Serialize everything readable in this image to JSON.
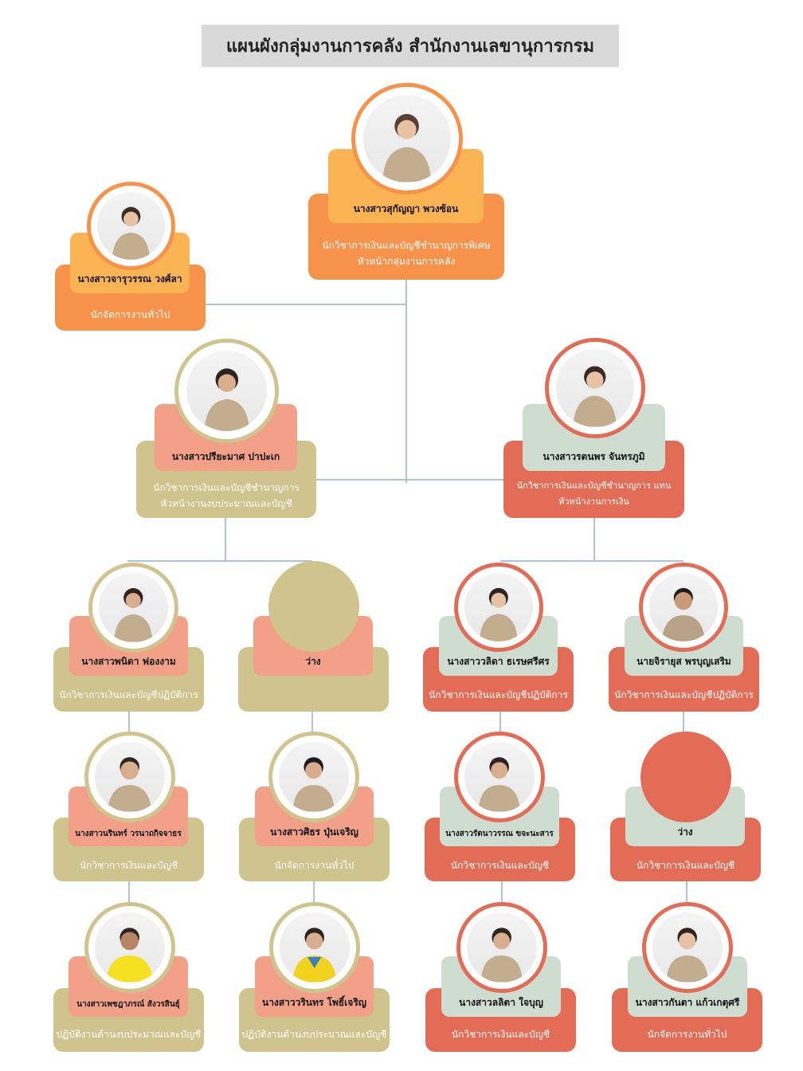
{
  "title": "แผนผังกลุ่มงานการคลัง สำนักงานเลขานุการกรม",
  "colors": {
    "orange": "#f6924a",
    "light_orange": "#fbb453",
    "salmon": "#f2a088",
    "olive": "#cfc48d",
    "red": "#e36c57",
    "sage": "#cfdcd0",
    "line": "#a9c4de"
  },
  "people": {
    "head": {
      "name": "นางสาวสุกัญญา พวงซ้อน",
      "desc": "นักวิชาการเงินและบัญชีชำนาญการพิเศษ\nหัวหน้ากลุ่มงานการคลัง"
    },
    "admin": {
      "name": "นางสาวจารุวรรณ วงศ์ลา",
      "desc": "นักจัดการงานทั่วไป"
    },
    "budget_head": {
      "name": "นางสาวปรียะมาศ ปาปะเก",
      "desc": "นักวิชาการเงินและบัญชีชำนาญการ\nหัวหน้างานงบประมาณและบัญชี"
    },
    "finance_head": {
      "name": "นางสาวรตนพร จันทรภูมิ",
      "desc": "นักวิชาการเงินและบัญชีชำนาญการ  แทน\nหัวหน้างานการเงิน"
    },
    "r1c1": {
      "name": "นางสาวพนิดา ฟองงาม",
      "desc": "นักวิชาการเงินและบัญชีปฏิบัติการ"
    },
    "r1c2": {
      "name": "ว่าง",
      "desc": ""
    },
    "r1c3": {
      "name": "นางสาววลิดา ธเรษศรีศร",
      "desc": "นักวิชาการเงินและบัญชีปฏิบัติการ"
    },
    "r1c4": {
      "name": "นายจิรายุส พรบุญเสริม",
      "desc": "นักวิชาการเงินและบัญชีปฏิบัติการ"
    },
    "r2c1": {
      "name": "นางสาวนรินทร์ วรนาถกิจจาธร",
      "desc": "นักวิชาการเงินและบัญชี"
    },
    "r2c2": {
      "name": "นางสาวศิธร ปุ่นเจริญ",
      "desc": "นักจัดการงานทั่วไป"
    },
    "r2c3": {
      "name": "นางสาวรัตนาวรรณ ขจะนะสาร",
      "desc": "นักวิชาการเงินและบัญชี"
    },
    "r2c4": {
      "name": "ว่าง",
      "desc": "นักวิชาการเงินและบัญชี"
    },
    "r3c1": {
      "name": "นางสาวเพชฎาภรณ์ สังวรสินธุ์",
      "desc": "ปฏิบัติงานด้านงบประมาณและบัญชี"
    },
    "r3c2": {
      "name": "นางสาววรินทร โพธิ์เจริญ",
      "desc": "ปฏิบัติงานด้านงบประมาณและบัญชี"
    },
    "r3c3": {
      "name": "นางสาวลลิตา ใจบุญ",
      "desc": "นักวิชาการเงินและบัญชี"
    },
    "r3c4": {
      "name": "นางสาวกันตา แก้วเกตุศรี",
      "desc": "นักจัดการงานทั่วไป"
    }
  }
}
